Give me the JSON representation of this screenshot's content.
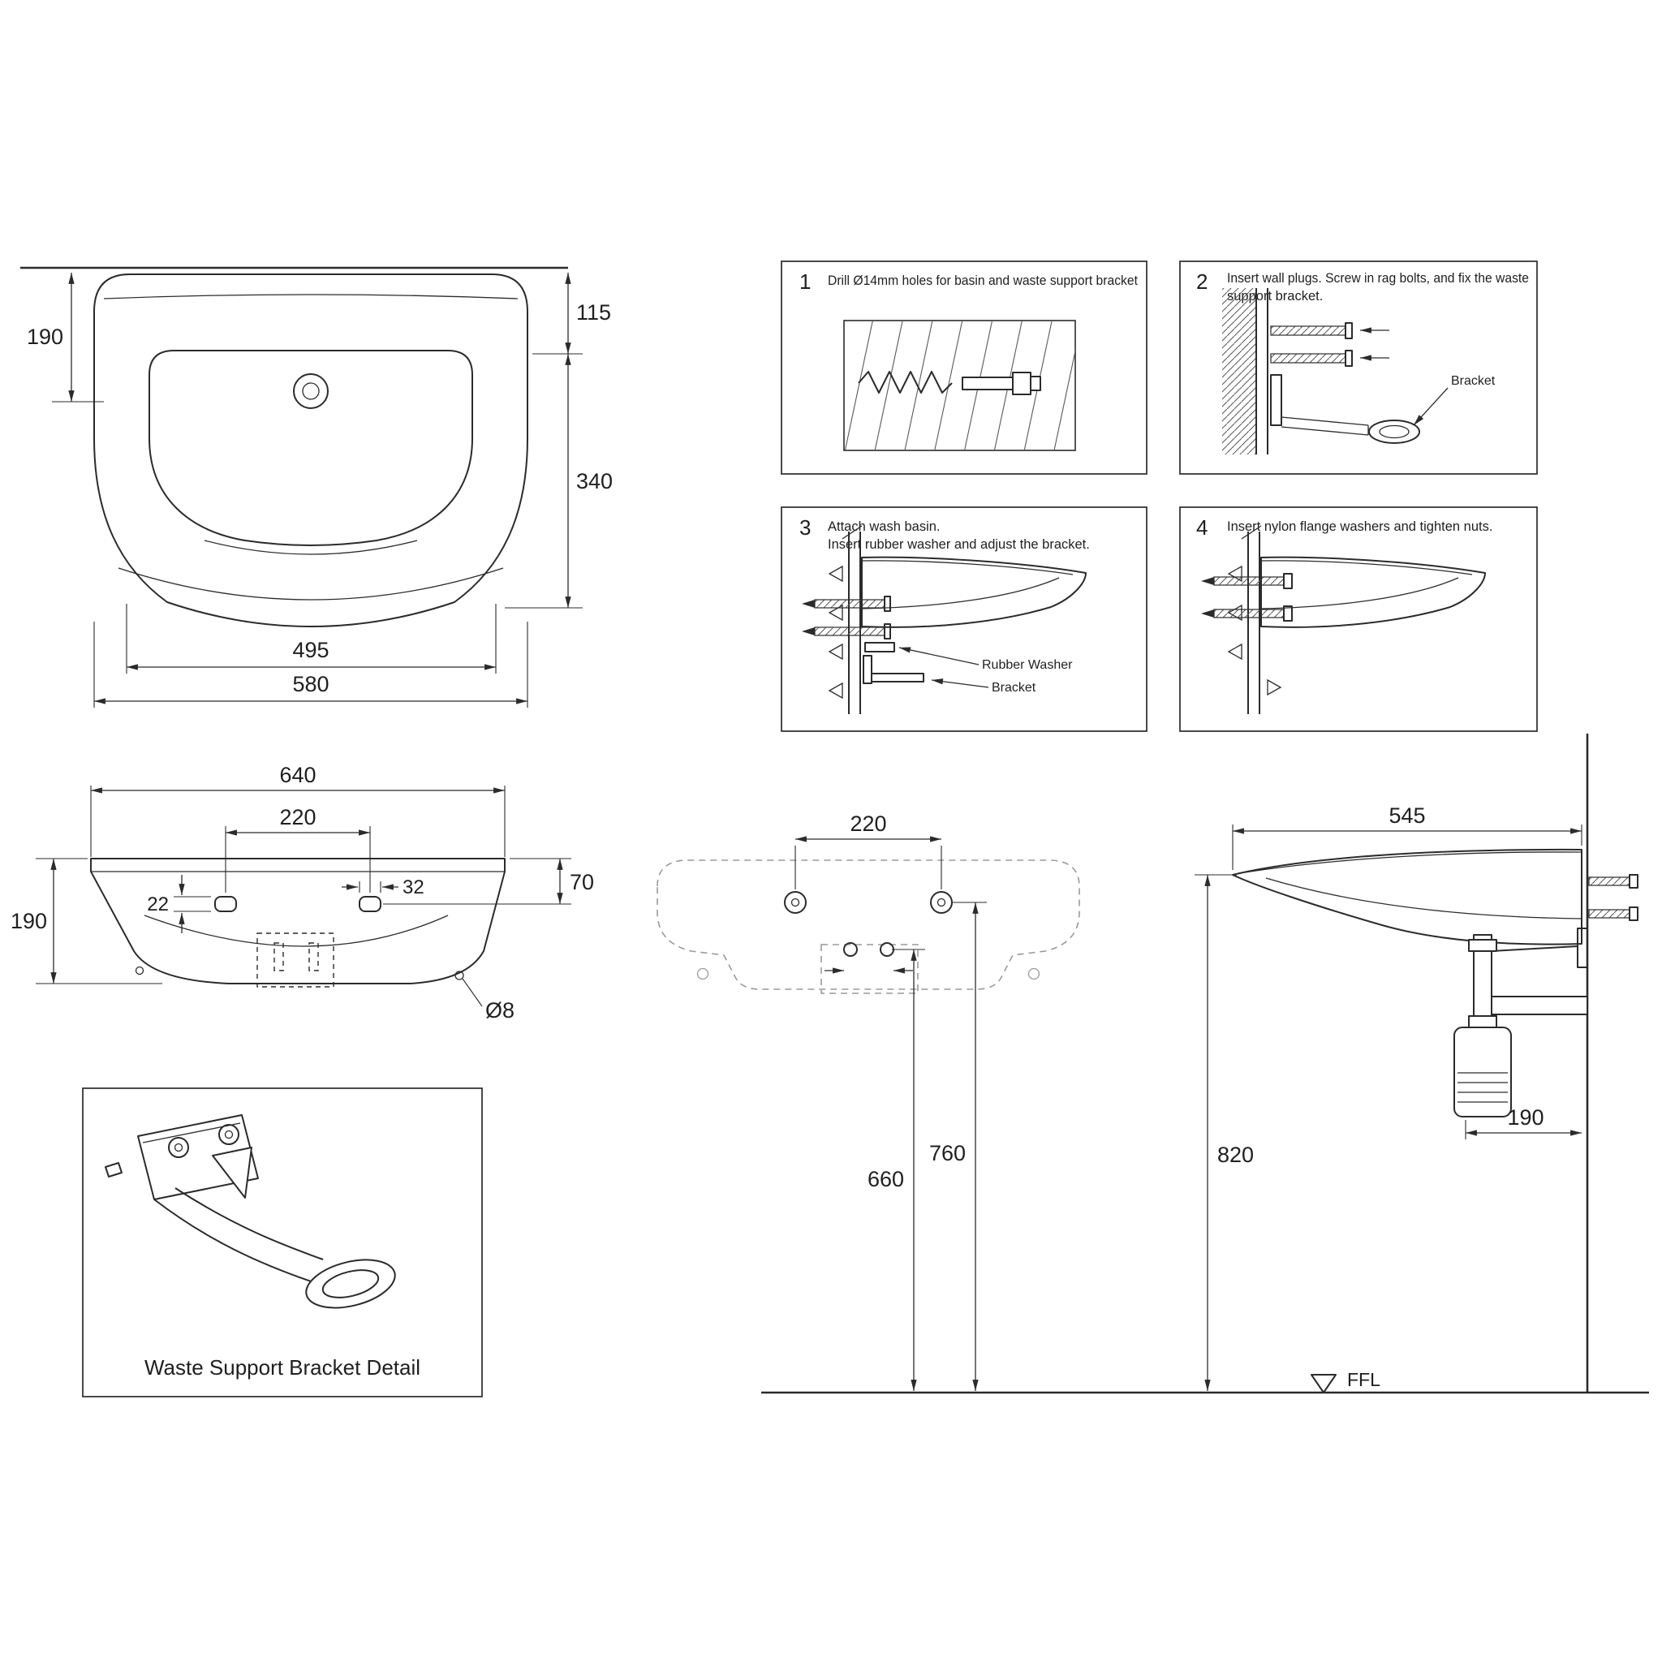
{
  "colors": {
    "ink": "#2b2b2b",
    "ghost": "#9a9a9a",
    "background": "#ffffff"
  },
  "plan_view": {
    "dim_depth": "190",
    "dim_setback": "115",
    "dim_bowl_depth": "340",
    "dim_inner_width": "495",
    "dim_overall_width": "580"
  },
  "steps": {
    "s1": {
      "num": "1",
      "line1": "Drill Ø14mm holes for basin and waste support bracket",
      "line2": ""
    },
    "s2": {
      "num": "2",
      "line1": "Insert wall plugs.  Screw in rag bolts, and fix the waste",
      "line2": "support bracket.",
      "bracket_label": "Bracket"
    },
    "s3": {
      "num": "3",
      "line1": "Attach wash basin.",
      "line2": "Insert rubber washer and adjust the bracket.",
      "washer_label": "Rubber Washer",
      "bracket_label": "Bracket"
    },
    "s4": {
      "num": "4",
      "line1": "Insert nylon flange washers and tighten nuts.",
      "line2": ""
    }
  },
  "front_view": {
    "dim_overall": "640",
    "dim_hole_centres": "220",
    "dim_hole_height": "22",
    "dim_hole_width": "32",
    "dim_top_to_hole": "70",
    "dim_height": "190",
    "dim_fixing_hole": "Ø8"
  },
  "bracket_detail": {
    "caption": "Waste Support Bracket Detail"
  },
  "mounting_view": {
    "dim_hole_centres": "220",
    "dim_bracket_height": "660",
    "dim_hole_height": "760"
  },
  "side_view": {
    "dim_depth": "545",
    "dim_trap": "190",
    "dim_rim_height": "820",
    "ffl_label": "FFL"
  }
}
